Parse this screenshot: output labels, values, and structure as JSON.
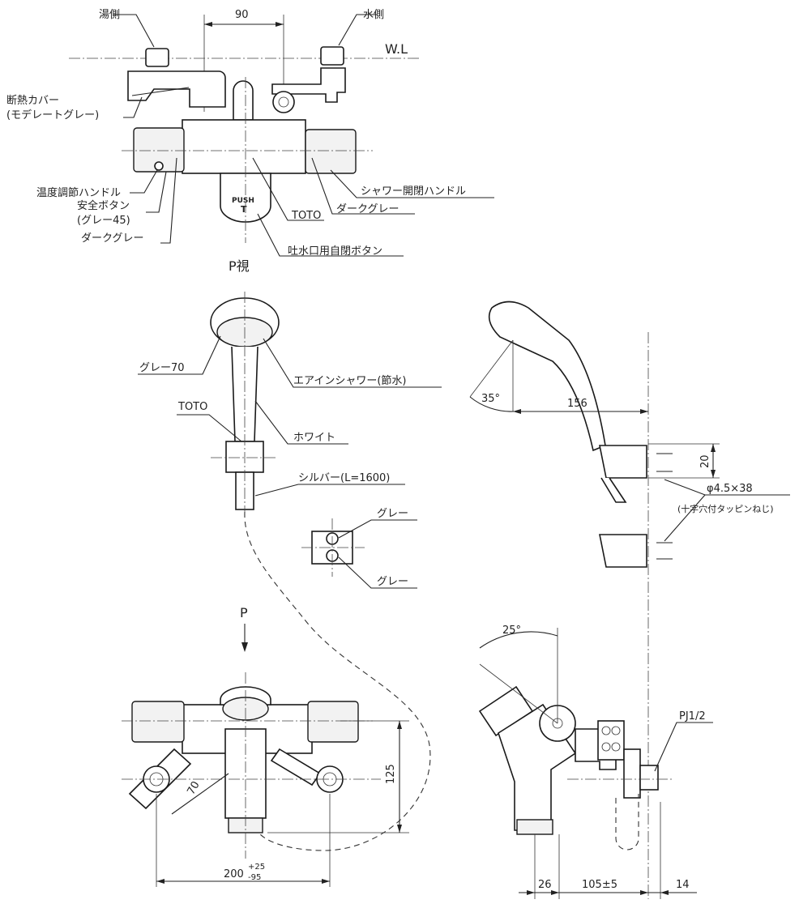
{
  "callouts": {
    "hot_side": "湯側",
    "cold_side": "水側",
    "water_level": "W.L",
    "insulation_cover": "断熱カバー",
    "insulation_cover_color": "(モデレートグレー)",
    "temp_handle": "温度調節ハンドル",
    "safety_button": "安全ボタン",
    "safety_button_color": "(グレー45)",
    "dark_gray_left": "ダークグレー",
    "shower_handle": "シャワー開閉ハンドル",
    "dark_gray_right": "ダークグレー",
    "toto_body": "TOTO",
    "spout_button": "吐水口用自閉ボタン",
    "p_view": "P視",
    "push": "PUSH",
    "push_t": "T",
    "gray70": "グレー70",
    "air_in_shower": "エアインシャワー(節水)",
    "toto_head": "TOTO",
    "white": "ホワイト",
    "silver_hose": "シルバー(L=1600)",
    "gray_top": "グレー",
    "gray_bottom": "グレー",
    "screw": "φ4.5×38",
    "screw_note": "(十字穴付タッピンねじ)",
    "pj": "PJ1/2",
    "p_arrow": "P"
  },
  "dimensions": {
    "top_width": "90",
    "angle_head": "35°",
    "head_reach": "156",
    "bracket_height": "20",
    "angle_body": "25°",
    "side_height": "125",
    "arm_length": "70",
    "pitch": "200",
    "pitch_tol_plus": "+25",
    "pitch_tol_minus": "-95",
    "depth_front": "26",
    "depth_mid": "105±5",
    "depth_wall": "14"
  }
}
